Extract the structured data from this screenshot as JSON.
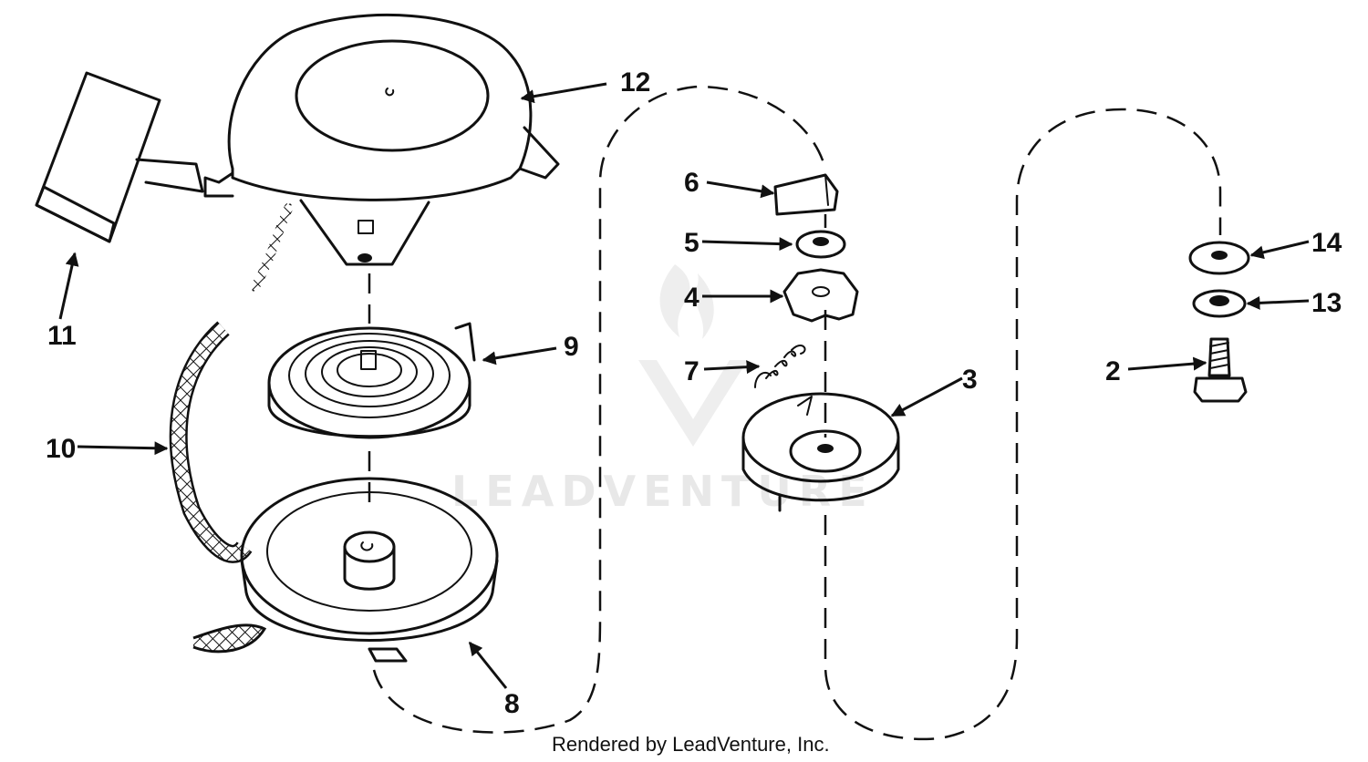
{
  "diagram": {
    "callouts": [
      {
        "id": "2",
        "label": "2"
      },
      {
        "id": "3",
        "label": "3"
      },
      {
        "id": "4",
        "label": "4"
      },
      {
        "id": "5",
        "label": "5"
      },
      {
        "id": "6",
        "label": "6"
      },
      {
        "id": "7",
        "label": "7"
      },
      {
        "id": "8",
        "label": "8"
      },
      {
        "id": "9",
        "label": "9"
      },
      {
        "id": "10",
        "label": "10"
      },
      {
        "id": "11",
        "label": "11"
      },
      {
        "id": "12",
        "label": "12"
      },
      {
        "id": "13",
        "label": "13"
      },
      {
        "id": "14",
        "label": "14"
      }
    ],
    "watermark": "LEADVENTURE",
    "credit": "Rendered by LeadVenture, Inc."
  }
}
